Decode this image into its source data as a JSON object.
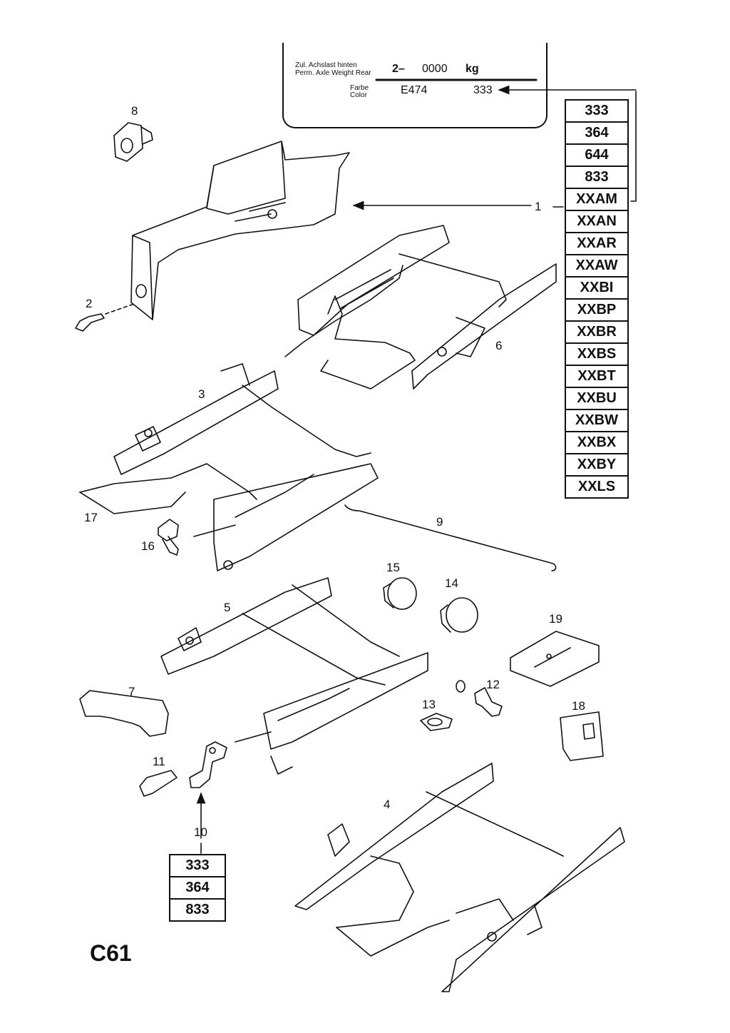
{
  "plate": {
    "axle_de": "Zul. Achslast hinten",
    "axle_en": "Perm. Axle Weight Rear",
    "axle_value_prefix": "2–",
    "axle_value": "0000",
    "axle_unit": "kg",
    "color_de": "Farbe",
    "color_en": "Color",
    "color_code": "E474",
    "color_value": "333"
  },
  "codes_main": [
    "333",
    "364",
    "644",
    "833",
    "XXAM",
    "XXAN",
    "XXAR",
    "XXAW",
    "XXBI",
    "XXBP",
    "XXBR",
    "XXBS",
    "XXBT",
    "XXBU",
    "XXBW",
    "XXBX",
    "XXBY",
    "XXLS"
  ],
  "codes_part10": [
    "333",
    "364",
    "833"
  ],
  "labels": {
    "p1": "1",
    "p2": "2",
    "p3": "3",
    "p4": "4",
    "p5": "5",
    "p6": "6",
    "p7": "7",
    "p8": "8",
    "p9": "9",
    "p10": "10",
    "p11": "11",
    "p12": "12",
    "p13": "13",
    "p14": "14",
    "p15": "15",
    "p16": "16",
    "p17": "17",
    "p18": "18",
    "p19": "19"
  },
  "diagram_code": "C61"
}
